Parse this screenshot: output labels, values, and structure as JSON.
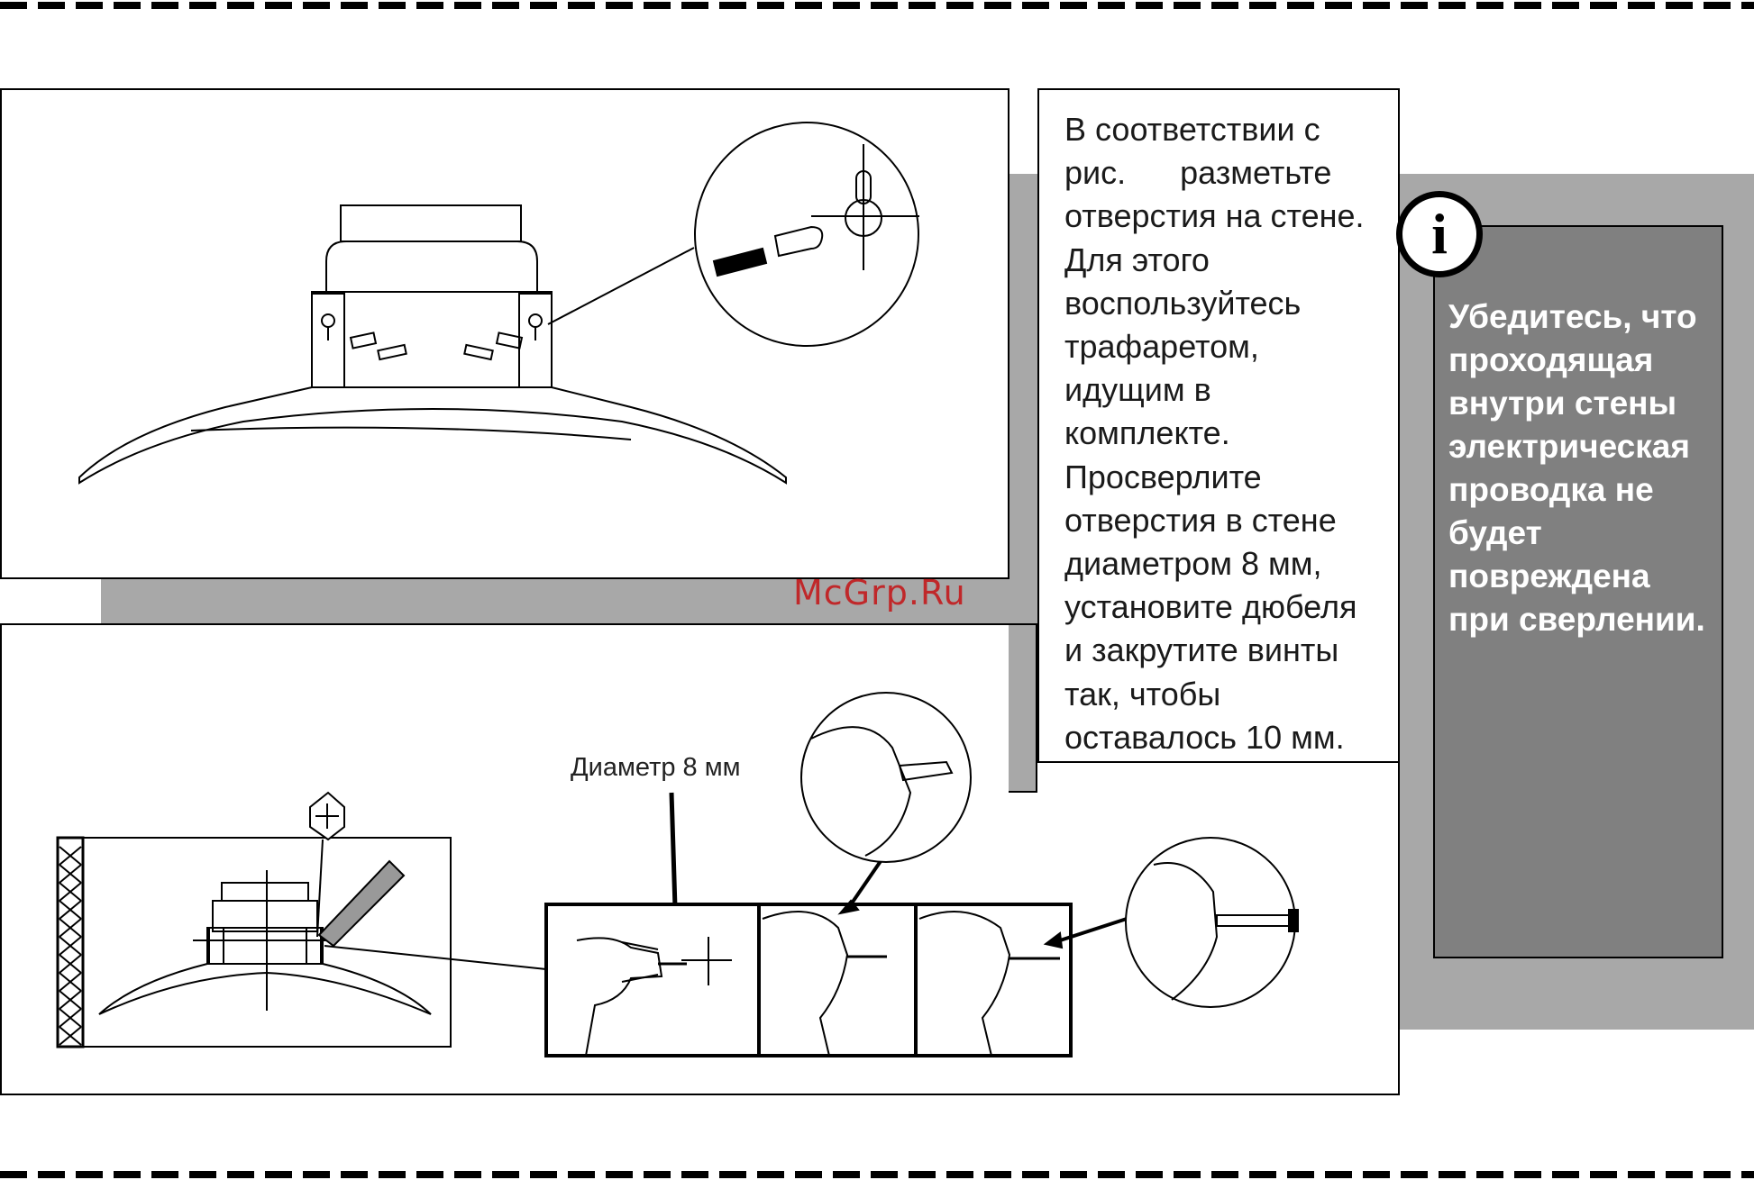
{
  "instructions": {
    "lines": [
      "В соответствии с",
      "рис.      разметьте",
      "отверстия на стене.",
      "Для этого",
      "воспользуйтесь",
      "трафаретом,",
      "идущим в",
      "комплекте.",
      "Просверлите",
      "отверстия в стене",
      "диаметром 8 мм,",
      "установите дюбеля",
      "и закрутите винты",
      "так, чтобы",
      "оставалось 10 мм."
    ]
  },
  "notice": {
    "icon": "info-icon",
    "icon_glyph": "i",
    "lines": [
      "Убедитесь, что",
      "проходящая",
      "внутри стены",
      "электрическая",
      "проводка не",
      "будет",
      "повреждена",
      "при сверлении."
    ]
  },
  "diagram": {
    "diameter_label": "Диаметр 8 мм"
  },
  "watermark": "McGrp.Ru",
  "colors": {
    "gray_panel": "#a8a8a8",
    "dark_notice": "#808080",
    "watermark": "#c0282a"
  }
}
